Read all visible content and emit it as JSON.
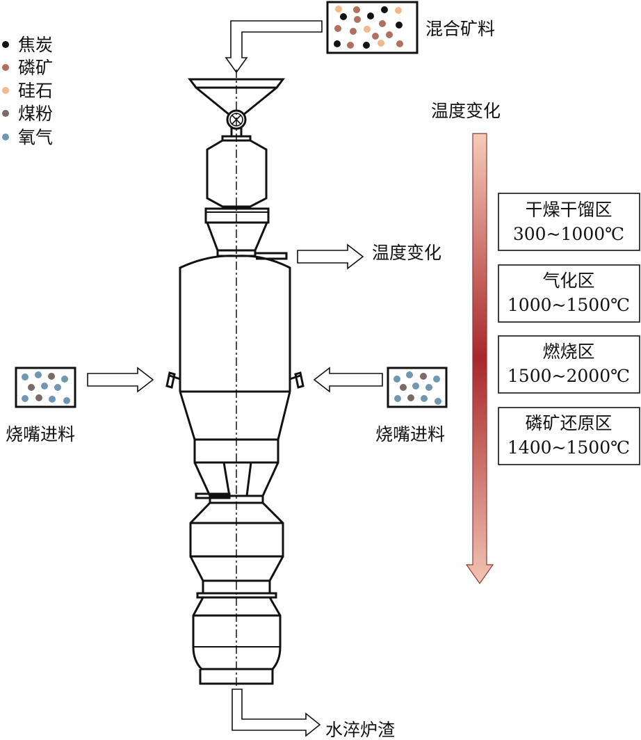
{
  "legend": [
    {
      "label": "焦炭",
      "color": "#111111"
    },
    {
      "label": "磷矿",
      "color": "#b07060"
    },
    {
      "label": "硅石",
      "color": "#f2b98a"
    },
    {
      "label": "煤粉",
      "color": "#7a6a68"
    },
    {
      "label": "氧气",
      "color": "#6f98b0"
    }
  ],
  "labels": {
    "mixed_ore": "混合矿料",
    "temp_change_top": "温度变化",
    "temp_change_side": "温度变化",
    "burner_feed_left": "烧嘴进料",
    "burner_feed_right": "烧嘴进料",
    "slag": "水淬炉渣"
  },
  "zones": [
    {
      "name": "干燥干馏区",
      "range": "300~1000℃"
    },
    {
      "name": "气化区",
      "range": "1000~1500℃"
    },
    {
      "name": "燃烧区",
      "range": "1500~2000℃"
    },
    {
      "name": "磷矿还原区",
      "range": "1400~1500℃"
    }
  ],
  "colors": {
    "gradient_light": "#f6cbb8",
    "gradient_dark": "#a8282a"
  }
}
